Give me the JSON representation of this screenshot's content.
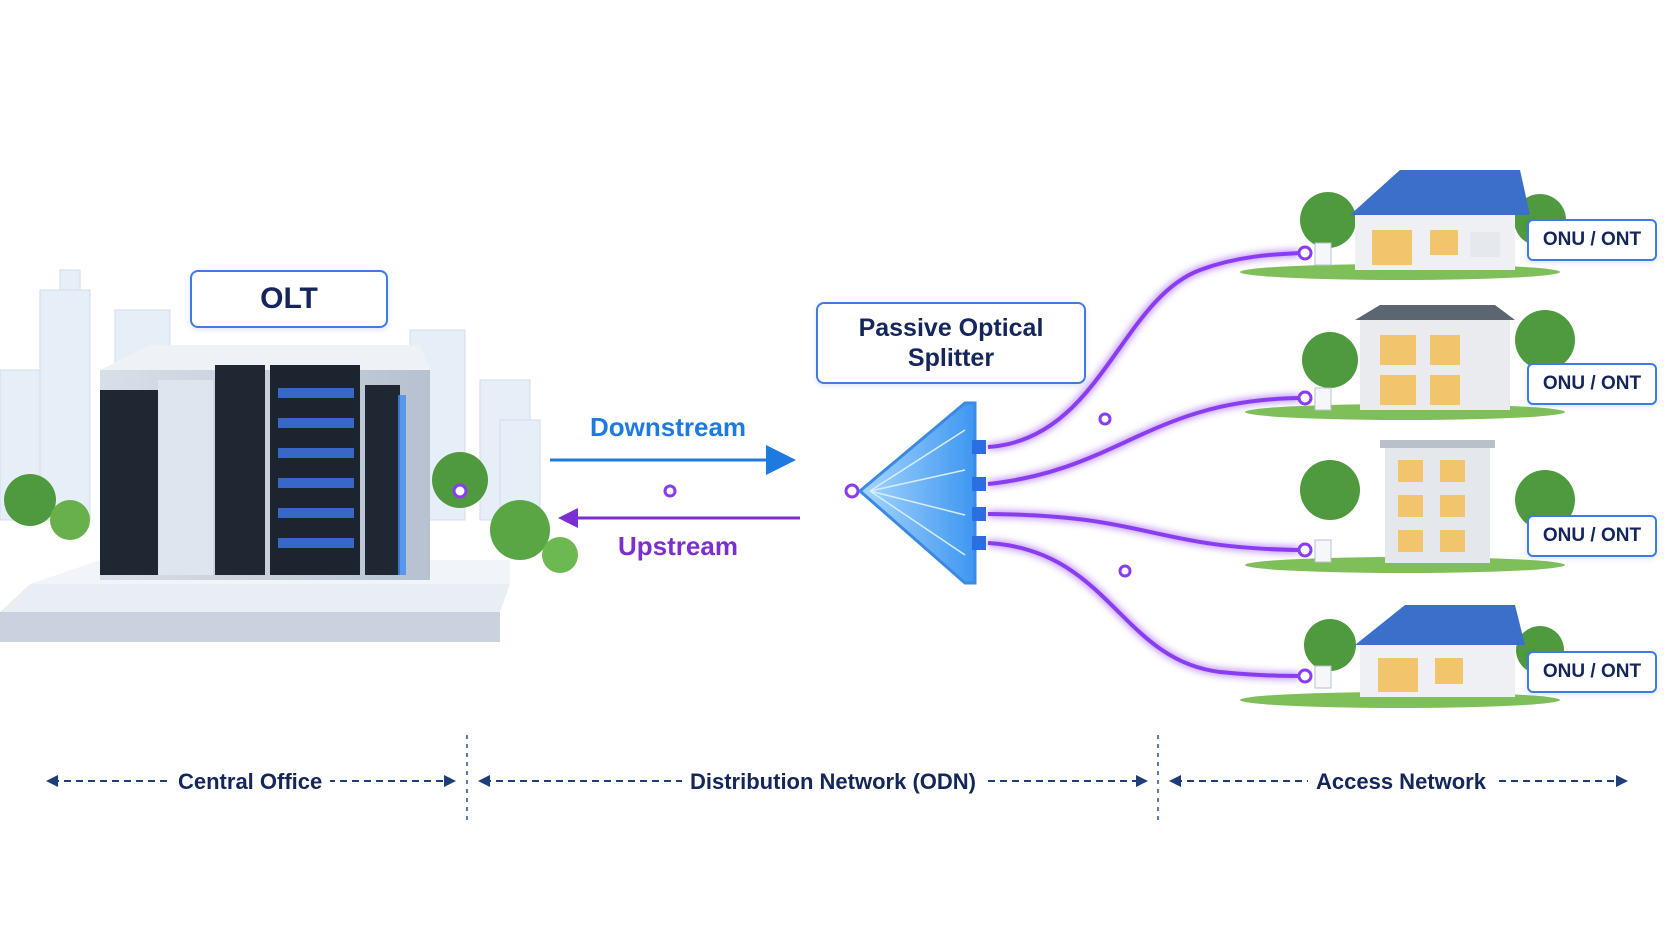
{
  "olt": {
    "label": "OLT"
  },
  "splitter": {
    "label_line1": "Passive Optical",
    "label_line2": "Splitter"
  },
  "flows": {
    "downstream": "Downstream",
    "upstream": "Upstream"
  },
  "onus": [
    {
      "label": "ONU / ONT"
    },
    {
      "label": "ONU / ONT"
    },
    {
      "label": "ONU / ONT"
    },
    {
      "label": "ONU / ONT"
    }
  ],
  "segments": {
    "central_office": "Central Office",
    "distribution": "Distribution Network (ODN)",
    "access": "Access Network"
  },
  "colors": {
    "fiber": "#8a3cf0",
    "downstream": "#1f7ae0",
    "upstream": "#7b2fd0",
    "label_border": "#3d7be6",
    "text_dark": "#14265a"
  }
}
